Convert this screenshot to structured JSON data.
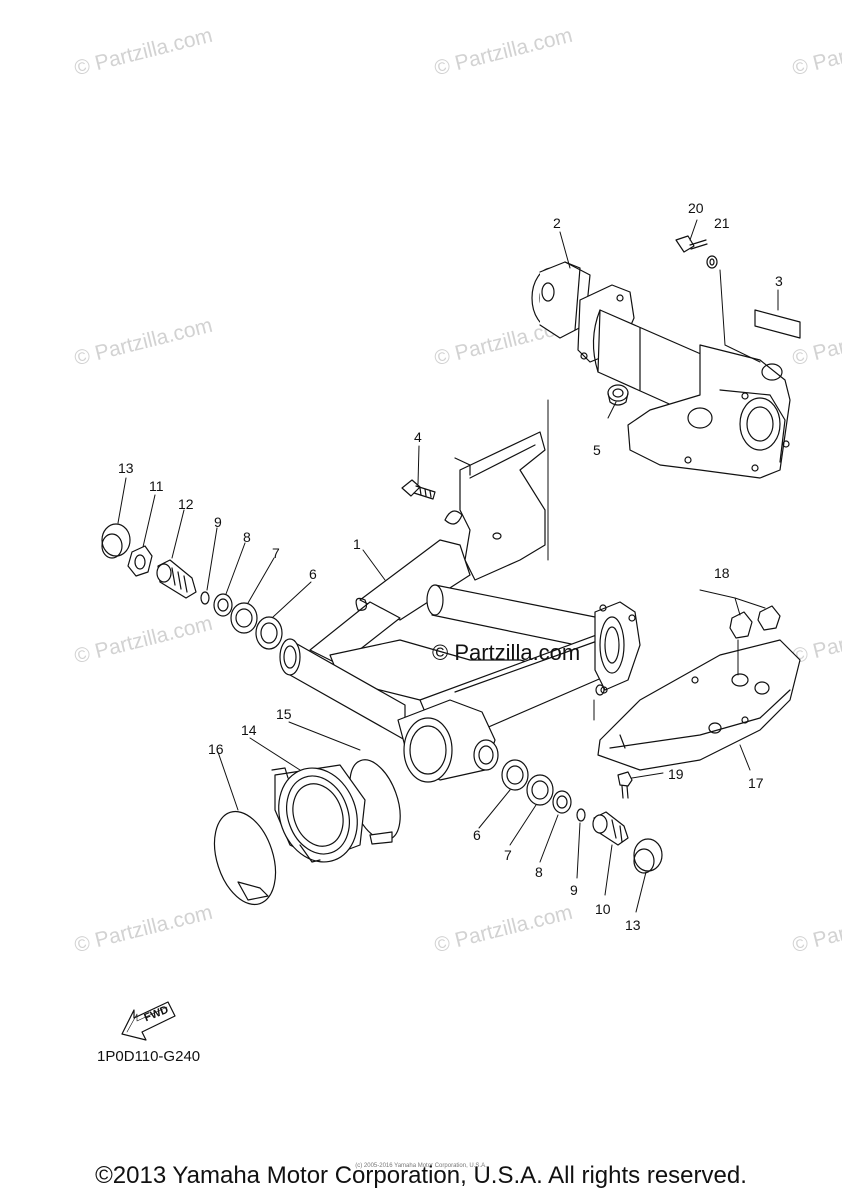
{
  "watermark": {
    "text": "© Partzilla.com",
    "center_text": "© Partzilla.com"
  },
  "callouts": [
    {
      "label": "1"
    },
    {
      "label": "2"
    },
    {
      "label": "3"
    },
    {
      "label": "4"
    },
    {
      "label": "5"
    },
    {
      "label": "6"
    },
    {
      "label": "6"
    },
    {
      "label": "7"
    },
    {
      "label": "7"
    },
    {
      "label": "8"
    },
    {
      "label": "8"
    },
    {
      "label": "9"
    },
    {
      "label": "9"
    },
    {
      "label": "10"
    },
    {
      "label": "11"
    },
    {
      "label": "12"
    },
    {
      "label": "13"
    },
    {
      "label": "13"
    },
    {
      "label": "14"
    },
    {
      "label": "15"
    },
    {
      "label": "16"
    },
    {
      "label": "17"
    },
    {
      "label": "18"
    },
    {
      "label": "19"
    },
    {
      "label": "20"
    },
    {
      "label": "21"
    }
  ],
  "fwd_label": "FWD",
  "diagram_code": "1P0D110-G240",
  "small_copyright": "(c) 2005-2016 Yamaha Motor Corporation, U.S.A.",
  "copyright": "©2013 Yamaha Motor Corporation, U.S.A. All rights reserved."
}
